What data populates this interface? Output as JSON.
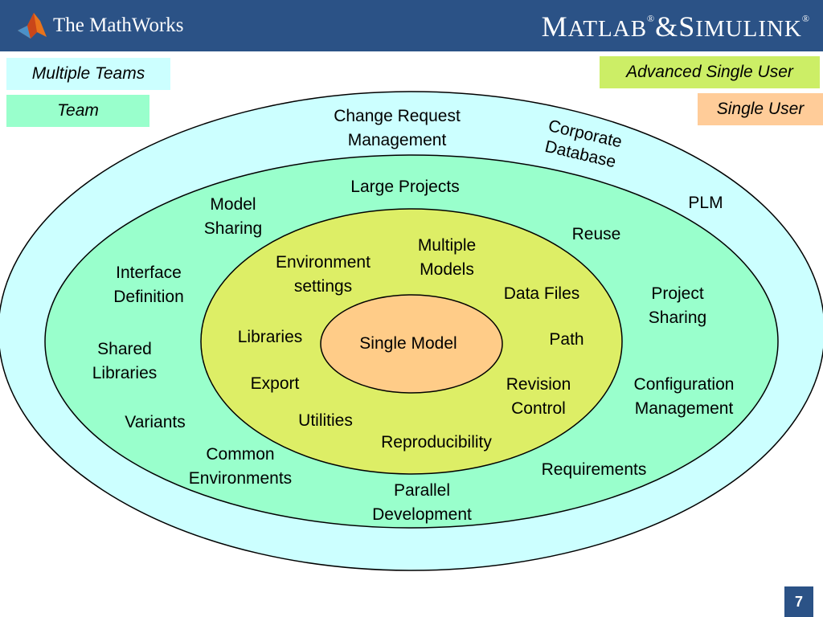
{
  "header": {
    "company": "The MathWorks",
    "product_m1": "M",
    "product_m2": "ATLAB",
    "product_amp": "&",
    "product_s1": "S",
    "product_s2": "IMULINK",
    "reg": "®"
  },
  "legend": {
    "multiple_teams": "Multiple Teams",
    "team": "Team",
    "advanced_single_user": "Advanced Single User",
    "single_user": "Single User"
  },
  "colors": {
    "header": "#2b5286",
    "multiple_teams": "#ccffff",
    "team": "#99ffcc",
    "advanced_single_user": "#ccee66",
    "single_user": "#ffcc99"
  },
  "rings": {
    "outer": {
      "change_request": "Change Request",
      "management": "Management",
      "corporate": "Corporate",
      "database": "Database",
      "plm": "PLM"
    },
    "team": {
      "large_projects": "Large Projects",
      "model_sharing_1": "Model",
      "model_sharing_2": "Sharing",
      "reuse": "Reuse",
      "interface_1": "Interface",
      "interface_2": "Definition",
      "project_sharing_1": "Project",
      "project_sharing_2": "Sharing",
      "shared_libs_1": "Shared",
      "shared_libs_2": "Libraries",
      "config_1": "Configuration",
      "config_2": "Management",
      "variants": "Variants",
      "common_env_1": "Common",
      "common_env_2": "Environments",
      "requirements": "Requirements",
      "parallel_1": "Parallel",
      "parallel_2": "Development"
    },
    "advanced": {
      "multiple_models_1": "Multiple",
      "multiple_models_2": "Models",
      "env_settings_1": "Environment",
      "env_settings_2": "settings",
      "data_files": "Data Files",
      "libraries": "Libraries",
      "path": "Path",
      "export": "Export",
      "revision_1": "Revision",
      "revision_2": "Control",
      "utilities": "Utilities",
      "reproducibility": "Reproducibility"
    },
    "single": {
      "single_model": "Single Model"
    }
  },
  "page_number": "7"
}
